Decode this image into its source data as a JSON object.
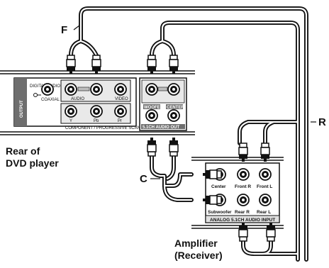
{
  "labels": {
    "F": "F",
    "R": "R",
    "C": "C",
    "rear_of_dvd_line1": "Rear of",
    "rear_of_dvd_line2": "DVD player",
    "amplifier_line1": "Amplifier",
    "amplifier_line2": "(Receiver)"
  },
  "dvd_panel": {
    "output_label": "OUTPUT",
    "digital_audio": "DIGITAL AUDIO",
    "coaxial": "COAXIAL",
    "audio_label": "AUDIO",
    "video_label": "VIDEO",
    "y_label": "Y",
    "pb_label": "Pb",
    "pr_label": "Pr",
    "component_label": "COMPONENT / PROGRESSIVE SCAN"
  },
  "mid_panel": {
    "woofer": "WOOFER",
    "center": "CENTER",
    "out_label": "5.1CH AUDIO OUT"
  },
  "amp_panel": {
    "center": "Center",
    "front_r": "Front R",
    "front_l": "Front L",
    "subwoofer": "Subwoofer",
    "rear_r": "Rear R",
    "rear_l": "Rear L",
    "footer": "ANALOG 5.1CH AUDIO INPUT"
  },
  "colors": {
    "ink": "#111111",
    "panel_gray": "#bdbdbd",
    "panel_dark": "#6e6e6e",
    "panel_bg": "#ffffff"
  }
}
